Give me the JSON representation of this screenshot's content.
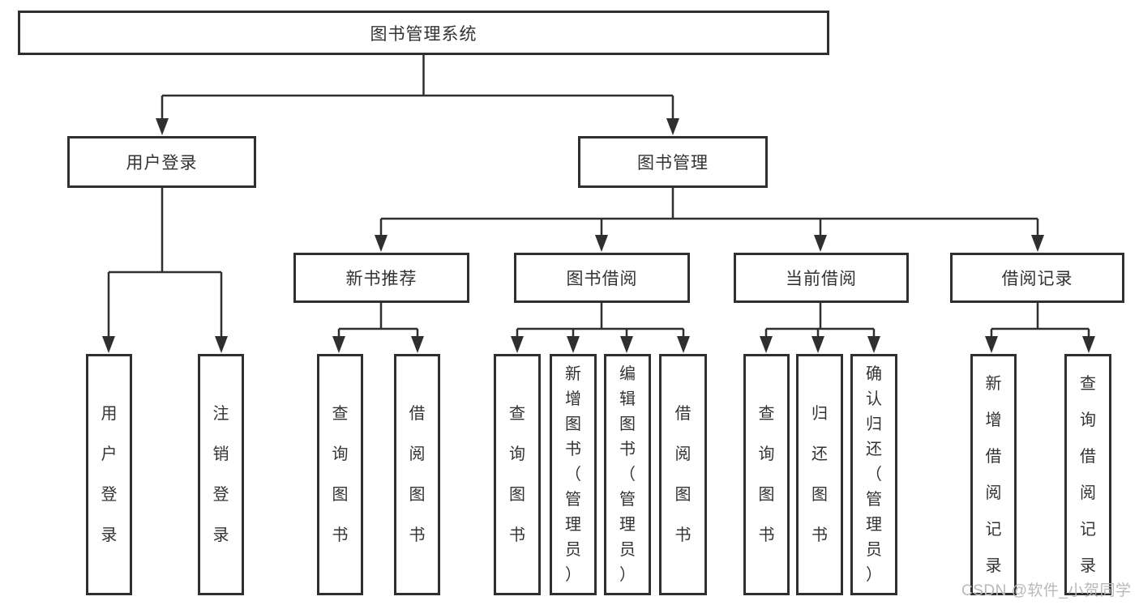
{
  "diagram_title": "图书管理系统",
  "watermark": "CSDN @软件_小贺同学",
  "colors": {
    "line": "#2f2f2f",
    "box_border": "#2f2f2f",
    "box_background": "#ffffff",
    "text": "#333333",
    "watermark": "#b9b9b9",
    "background": "#ffffff"
  },
  "tree": {
    "root": "图书管理系统",
    "branches": [
      {
        "label": "用户登录",
        "leaves": [
          "用户登录",
          "注销登录"
        ]
      },
      {
        "label": "图书管理",
        "children": [
          {
            "label": "新书推荐",
            "leaves": [
              "查询图书",
              "借阅图书"
            ]
          },
          {
            "label": "图书借阅",
            "leaves": [
              "查询图书",
              "新增图书（管理员）",
              "编辑图书（管理员）",
              "借阅图书"
            ]
          },
          {
            "label": "当前借阅",
            "leaves": [
              "查询图书",
              "归还图书",
              "确认归还（管理员）"
            ]
          },
          {
            "label": "借阅记录",
            "leaves": [
              "新增借阅记录",
              "查询借阅记录"
            ]
          }
        ]
      }
    ]
  }
}
